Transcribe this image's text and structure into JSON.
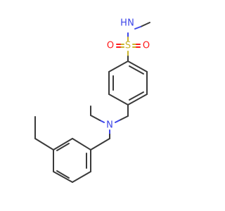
{
  "colors": {
    "bond": "#3a3a3a",
    "nitrogen": "#3d46e8",
    "sulfur": "#c9b42a",
    "oxygen": "#ff1a1a",
    "background": "#ffffff"
  },
  "atoms": {
    "sulfonamide_n": "N",
    "sulfonamide_h": "H",
    "sulfur": "S",
    "oxygen_left": "O",
    "oxygen_right": "O",
    "amine_n": "N"
  }
}
